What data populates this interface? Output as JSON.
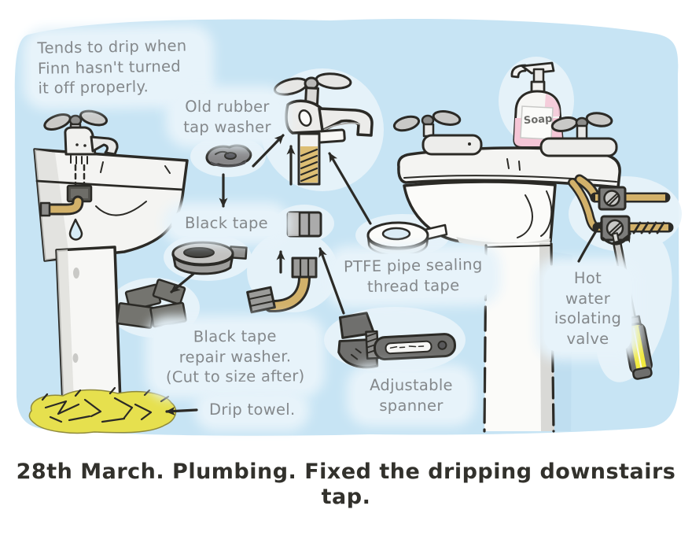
{
  "illustration": {
    "caption": "28th March. Plumbing. Fixed the dripping downstairs tap.",
    "annotations": {
      "drip_note": "Tends to drip when\nFinn hasn't turned\nit off properly.",
      "old_washer": "Old rubber\ntap washer",
      "black_tape": "Black tape",
      "repair_washer": "Black tape\nrepair washer.\n(Cut to size after)",
      "drip_towel": "Drip towel.",
      "ptfe_tape": "PTFE pipe sealing\nthread tape",
      "spanner": "Adjustable\nspanner",
      "isolating_valve": "Hot\nwater\nisolating\nvalve",
      "soap": "Soap"
    },
    "colors": {
      "sky": "#c7e4f4",
      "halo": "#e7f3fa",
      "label_text": "#84888b",
      "caption_text": "#32312c",
      "ink": "#2b2a26",
      "brass": "#d2b16a",
      "towel_yellow": "#e6e04e",
      "handle_yellow": "#f2ea3e",
      "soap_pink": "#f5c6d6",
      "metal_light": "#ececea",
      "tool_gray": "#6f6f6d"
    }
  }
}
